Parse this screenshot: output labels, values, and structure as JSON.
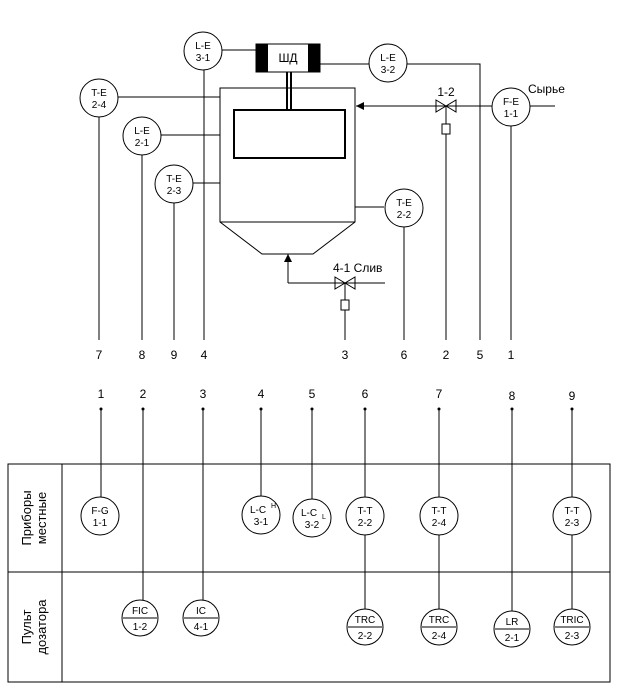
{
  "vessel": {
    "drive_label": "ШД"
  },
  "field_instruments": {
    "le31": {
      "top": "L-E",
      "bottom": "3-1"
    },
    "le32": {
      "top": "L-E",
      "bottom": "3-2"
    },
    "te24": {
      "top": "T-E",
      "bottom": "2-4"
    },
    "le21": {
      "top": "L-E",
      "bottom": "2-1"
    },
    "te23": {
      "top": "T-E",
      "bottom": "2-3"
    },
    "te22": {
      "top": "T-E",
      "bottom": "2-2"
    },
    "fe11": {
      "top": "F-E",
      "bottom": "1-1"
    }
  },
  "valves": {
    "feed_valve": {
      "label": "1-2"
    },
    "drain_valve": {
      "label": "4-1 Слив"
    }
  },
  "stream_labels": {
    "feed": "Сырье"
  },
  "line_numbers_top": {
    "n7": "7",
    "n8": "8",
    "n9": "9",
    "n4": "4",
    "n3": "3",
    "n6": "6",
    "n2": "2",
    "n5": "5",
    "n1": "1"
  },
  "line_numbers_bottom": {
    "n1": "1",
    "n2": "2",
    "n3": "3",
    "n4": "4",
    "n5": "5",
    "n6": "6",
    "n7": "7",
    "n8": "8",
    "n9": "9"
  },
  "panel": {
    "row_local_line1": "Приборы",
    "row_local_line2": "местные",
    "row_console_line1": "Пульт",
    "row_console_line2": "дозатора"
  },
  "local_instruments": {
    "fg11": {
      "top": "F-G",
      "bottom": "1-1"
    },
    "lch31": {
      "top_main": "L-C",
      "sup": "H",
      "bottom": "3-1"
    },
    "lcl32": {
      "top_main": "L-C",
      "sub": "L",
      "bottom": "3-2"
    },
    "tt22": {
      "top": "T-T",
      "bottom": "2-2"
    },
    "tt24": {
      "top": "T-T",
      "bottom": "2-4"
    },
    "tt23": {
      "top": "T-T",
      "bottom": "2-3"
    }
  },
  "console_instruments": {
    "fic12": {
      "top": "FIC",
      "bottom": "1-2"
    },
    "ic41": {
      "top": "IC",
      "bottom": "4-1"
    },
    "trc22": {
      "top": "TRC",
      "bottom": "2-2"
    },
    "trc24": {
      "top": "TRC",
      "bottom": "2-4"
    },
    "lr21": {
      "top": "LR",
      "bottom": "2-1"
    },
    "tric23": {
      "top": "TRIC",
      "bottom": "2-3"
    }
  }
}
